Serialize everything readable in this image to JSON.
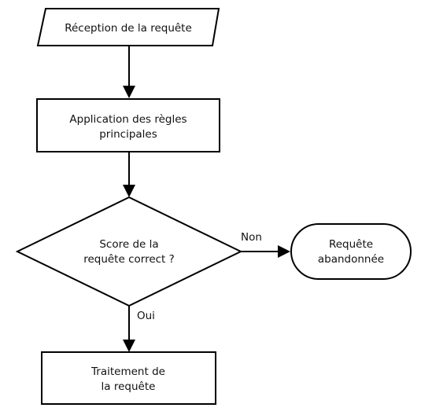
{
  "nodes": {
    "reception": {
      "lines": [
        "Réception de la requête"
      ]
    },
    "rules": {
      "lines": [
        "Application des règles",
        "principales"
      ]
    },
    "decision": {
      "lines": [
        "Score de la",
        "requête correct ?"
      ]
    },
    "abandoned": {
      "lines": [
        "Requête",
        "abandonnée"
      ]
    },
    "processing": {
      "lines": [
        "Traitement de",
        "la requête"
      ]
    }
  },
  "edges": {
    "no_label": "Non",
    "yes_label": "Oui"
  }
}
